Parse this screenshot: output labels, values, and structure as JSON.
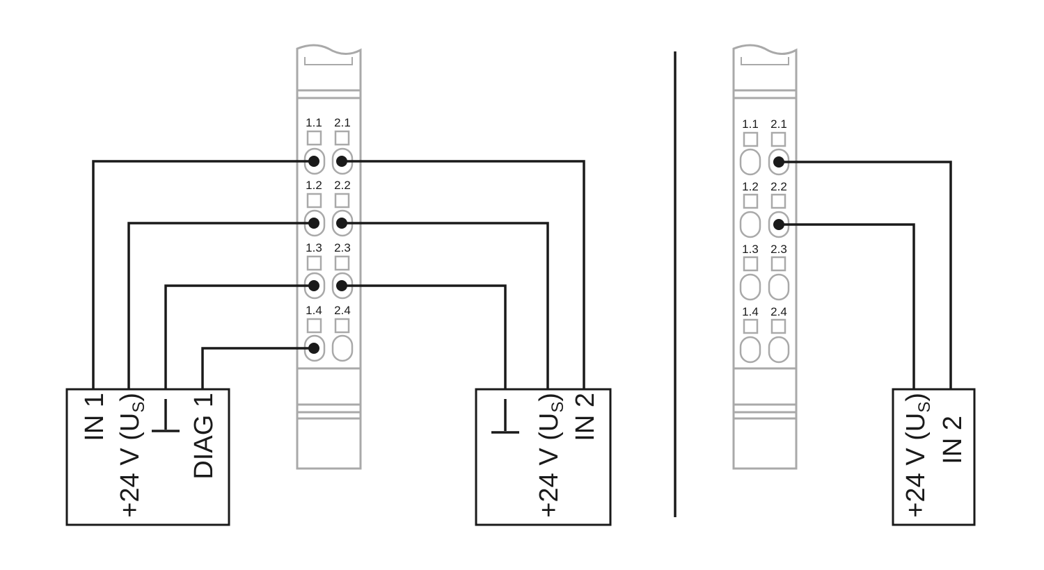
{
  "module_left": {
    "slots": [
      {
        "labels": [
          "1.1",
          "2.1"
        ]
      },
      {
        "labels": [
          "1.2",
          "2.2"
        ]
      },
      {
        "labels": [
          "1.3",
          "2.3"
        ]
      },
      {
        "labels": [
          "1.4",
          "2.4"
        ]
      }
    ]
  },
  "module_right": {
    "slots": [
      {
        "labels": [
          "1.1",
          "2.1"
        ]
      },
      {
        "labels": [
          "1.2",
          "2.2"
        ]
      },
      {
        "labels": [
          "1.3",
          "2.3"
        ]
      },
      {
        "labels": [
          "1.4",
          "2.4"
        ]
      }
    ]
  },
  "device_left": {
    "terminals": [
      "IN 1",
      "+24 V (U",
      "DIAG 1"
    ],
    "us_subscript": "S",
    "ground_symbol": "ground-symbol"
  },
  "device_middle": {
    "terminals": [
      "+24 V (U",
      "IN 2"
    ],
    "us_subscript": "S",
    "ground_symbol": "ground-symbol"
  },
  "device_right": {
    "terminals": [
      "+24 V (U",
      "IN 2"
    ],
    "us_subscript": "S"
  },
  "colors": {
    "wire": "#1a1a1a",
    "module_outline": "#a9a9a9"
  }
}
